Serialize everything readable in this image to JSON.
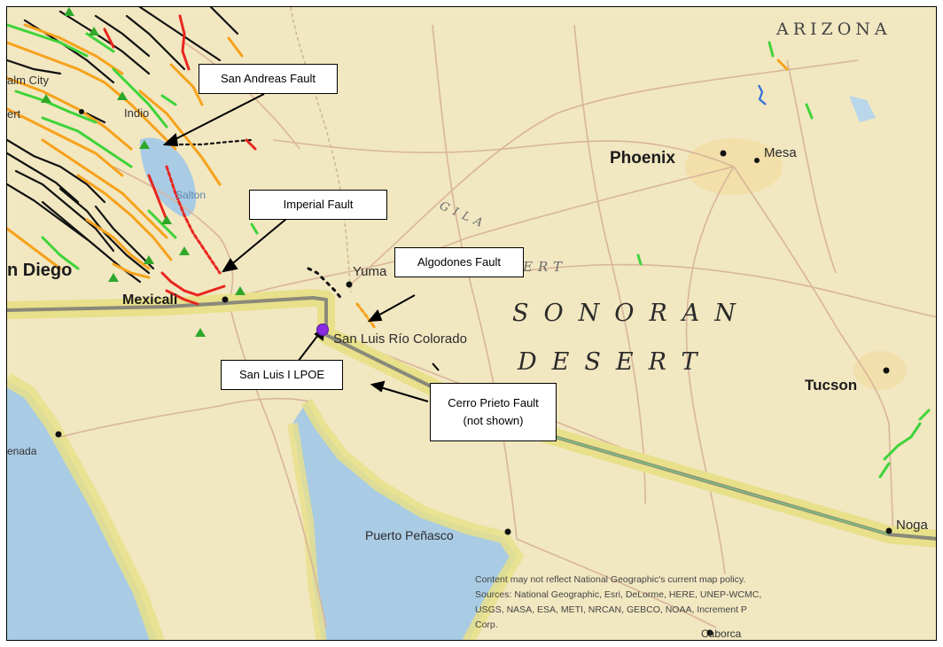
{
  "callouts": {
    "san_andreas": "San Andreas Fault",
    "imperial": "Imperial Fault",
    "algodones": "Algodones Fault",
    "san_luis_lpoe": "San Luis I LPOE",
    "cerro_prieto_line1": "Cerro Prieto Fault",
    "cerro_prieto_line2": "(not shown)"
  },
  "labels": {
    "arizona": "ARIZONA",
    "phoenix": "Phoenix",
    "mesa": "Mesa",
    "tucson": "Tucson",
    "nogales": "Noga",
    "yuma": "Yuma",
    "san_diego": "n Diego",
    "mexicali": "Mexicali",
    "san_luis_rio_colorado": "San Luis Río Colorado",
    "puerto_penasco": "Puerto Peñasco",
    "ensenada": "enada",
    "caborca": "Caborca",
    "palm_city": "alm City",
    "desert_fragment": "ert",
    "indio": "Indio",
    "gila_river": "GILA",
    "gila_desert_suffix": "ERT",
    "sonoran": "SONORAN",
    "desert": "DESERT",
    "salton": "Salton"
  },
  "attribution": {
    "line1": "Content may not reflect National Geographic's current map policy.",
    "line2": "Sources: National Geographic, Esri, DeLorme, HERE, UNEP-WCMC,",
    "line3": "USGS, NASA, ESA, METI, NRCAN, GEBCO, NOAA, Increment P",
    "line4": "Corp."
  },
  "colors": {
    "land": "#f1e7c1",
    "water": "#a9cbe4",
    "border_halo": "#e8e08a",
    "border_line": "#7a7a6e",
    "road": "#d9b59a",
    "fault_red": "#e8261e",
    "fault_orange": "#f7a21b",
    "fault_green": "#3fd33a",
    "fault_black": "#111111",
    "lpoe_marker": "#8a2be2"
  }
}
